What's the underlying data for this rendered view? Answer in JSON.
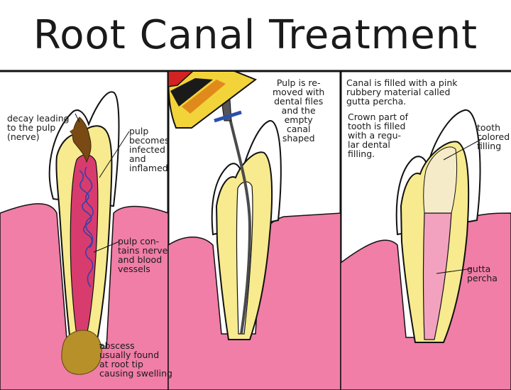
{
  "title": "Root Canal Treatment",
  "colors": {
    "gum": "#f07ea6",
    "tooth_dentin": "#f7ea8f",
    "enamel": "#ffffff",
    "pulp": "#d83c6e",
    "nerve": "#3a3fa8",
    "decay": "#7a4a14",
    "abscess": "#b8902a",
    "gutta_percha": "#f2a2be",
    "filling": "#f6ebc8",
    "file_blue": "#2b4fae",
    "drill_red": "#d32222",
    "drill_yellow": "#f2d43a",
    "outline": "#111111"
  },
  "panel1": {
    "decay": "decay leading\nto the pulp\n(nerve)",
    "infected": "pulp\nbecomes\ninfected\nand\ninflamed",
    "nerves": "pulp con-\ntains nerve\nand blood\nvessels",
    "abscess": "abscess\nusually found\nat root tip\ncausing swelling"
  },
  "panel2": {
    "removed": "Pulp is re-\nmoved with\ndental files\nand the\nempty\ncanal\nshaped"
  },
  "panel3": {
    "filled": "Canal is filled with a pink\nrubbery material called\ngutta percha.",
    "crown": "Crown part of\ntooth is filled\nwith a regu-\nlar dental\nfilling.",
    "colored": "tooth\ncolored\nfilling",
    "gutta": "gutta\npercha"
  }
}
